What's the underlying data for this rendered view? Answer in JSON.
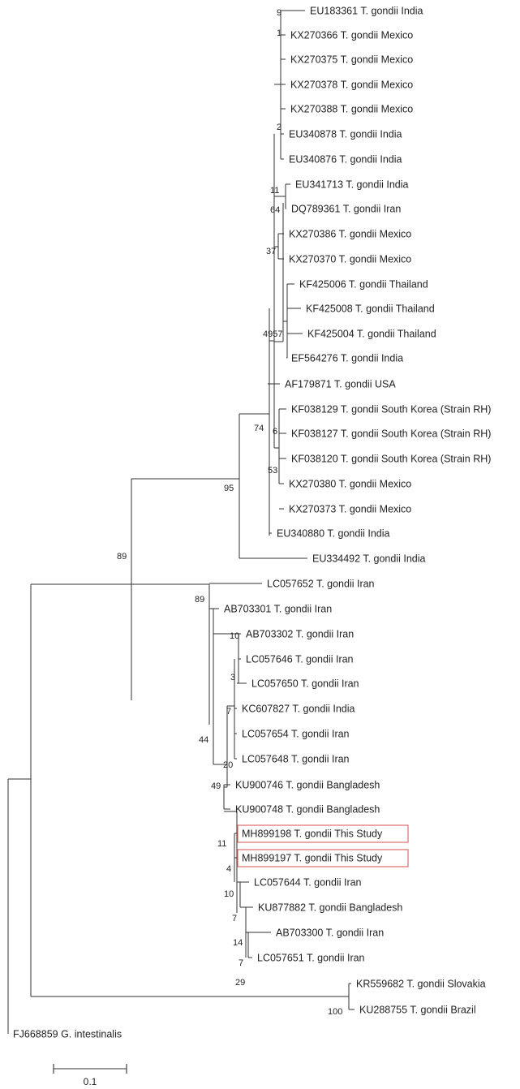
{
  "leaves": [
    {
      "id": "L1",
      "label": "EU183361 T. gondii India"
    },
    {
      "id": "L2",
      "label": "KX270366 T. gondii Mexico"
    },
    {
      "id": "L3",
      "label": "KX270375 T. gondii Mexico"
    },
    {
      "id": "L4",
      "label": "KX270378 T. gondii Mexico"
    },
    {
      "id": "L5",
      "label": "KX270388 T. gondii Mexico"
    },
    {
      "id": "L6",
      "label": "EU340878 T. gondii India"
    },
    {
      "id": "L7",
      "label": "EU340876 T. gondii India"
    },
    {
      "id": "L8",
      "label": "EU341713 T. gondii India"
    },
    {
      "id": "L9",
      "label": "DQ789361 T. gondii Iran"
    },
    {
      "id": "L10",
      "label": "KX270386 T. gondii Mexico"
    },
    {
      "id": "L11",
      "label": "KX270370 T. gondii Mexico"
    },
    {
      "id": "L12",
      "label": "KF425006 T. gondii Thailand"
    },
    {
      "id": "L13",
      "label": "KF425008 T. gondii Thailand"
    },
    {
      "id": "L14",
      "label": "KF425004 T. gondii Thailand"
    },
    {
      "id": "L15",
      "label": "EF564276 T. gondii India"
    },
    {
      "id": "L16",
      "label": "AF179871 T. gondii USA"
    },
    {
      "id": "L17",
      "label": "KF038129 T. gondii South Korea (Strain RH)"
    },
    {
      "id": "L18",
      "label": "KF038127 T. gondii South Korea (Strain RH)"
    },
    {
      "id": "L19",
      "label": "KF038120 T. gondii South Korea (Strain RH)"
    },
    {
      "id": "L20",
      "label": "KX270380 T. gondii Mexico"
    },
    {
      "id": "L21",
      "label": "KX270373 T. gondii Mexico"
    },
    {
      "id": "L22",
      "label": "EU340880 T. gondii India"
    },
    {
      "id": "L23",
      "label": "EU334492 T. gondii India"
    },
    {
      "id": "L24",
      "label": "LC057652 T. gondii Iran"
    },
    {
      "id": "L25",
      "label": "AB703301 T. gondii Iran"
    },
    {
      "id": "L26",
      "label": "AB703302 T. gondii Iran"
    },
    {
      "id": "L27",
      "label": "LC057646 T. gondii Iran"
    },
    {
      "id": "L28",
      "label": "LC057650 T. gondii Iran"
    },
    {
      "id": "L29",
      "label": "KC607827 T. gondii India"
    },
    {
      "id": "L30",
      "label": "LC057654 T. gondii Iran"
    },
    {
      "id": "L31",
      "label": "LC057648 T. gondii Iran"
    },
    {
      "id": "L32",
      "label": "KU900746 T. gondii Bangladesh"
    },
    {
      "id": "L33",
      "label": "KU900748 T. gondii Bangladesh"
    },
    {
      "id": "L34",
      "label": "MH899198 T. gondii This Study",
      "highlight": true
    },
    {
      "id": "L35",
      "label": "MH899197 T. gondii This Study",
      "highlight": true
    },
    {
      "id": "L36",
      "label": "LC057644 T. gondii Iran"
    },
    {
      "id": "L37",
      "label": "KU877882 T. gondii Bangladesh"
    },
    {
      "id": "L38",
      "label": "AB703300 T. gondii Iran"
    },
    {
      "id": "L39",
      "label": "LC057651 T. gondii Iran"
    },
    {
      "id": "L40",
      "label": "KR559682 T. gondii Slovakia"
    },
    {
      "id": "L41",
      "label": "KU288755 T. gondii Brazil"
    },
    {
      "id": "L42",
      "label": "FJ668859 G. intestinalis"
    }
  ],
  "support_values": [
    {
      "id": "s9",
      "value": "9"
    },
    {
      "id": "s1",
      "value": "1"
    },
    {
      "id": "s2",
      "value": "2"
    },
    {
      "id": "s11a",
      "value": "11"
    },
    {
      "id": "s64",
      "value": "64"
    },
    {
      "id": "s37",
      "value": "37"
    },
    {
      "id": "s4957",
      "value": "4957"
    },
    {
      "id": "s74",
      "value": "74"
    },
    {
      "id": "s6",
      "value": "6"
    },
    {
      "id": "s53",
      "value": "53"
    },
    {
      "id": "s95",
      "value": "95"
    },
    {
      "id": "s89a",
      "value": "89"
    },
    {
      "id": "s89b",
      "value": "89"
    },
    {
      "id": "s10a",
      "value": "10"
    },
    {
      "id": "s3",
      "value": "3"
    },
    {
      "id": "s7a",
      "value": "7"
    },
    {
      "id": "s44",
      "value": "44"
    },
    {
      "id": "s20",
      "value": "20"
    },
    {
      "id": "s49",
      "value": "49"
    },
    {
      "id": "s11b",
      "value": "11"
    },
    {
      "id": "s4",
      "value": "4"
    },
    {
      "id": "s10b",
      "value": "10"
    },
    {
      "id": "s7b",
      "value": "7"
    },
    {
      "id": "s14",
      "value": "14"
    },
    {
      "id": "s7c",
      "value": "7"
    },
    {
      "id": "s29",
      "value": "29"
    },
    {
      "id": "s100",
      "value": "100"
    }
  ],
  "scale_bar": {
    "label": "0.1",
    "length": 0.1
  },
  "colors": {
    "branch": "#303030",
    "highlight_box": "#e06b6b",
    "text": "#1f1f1f"
  }
}
